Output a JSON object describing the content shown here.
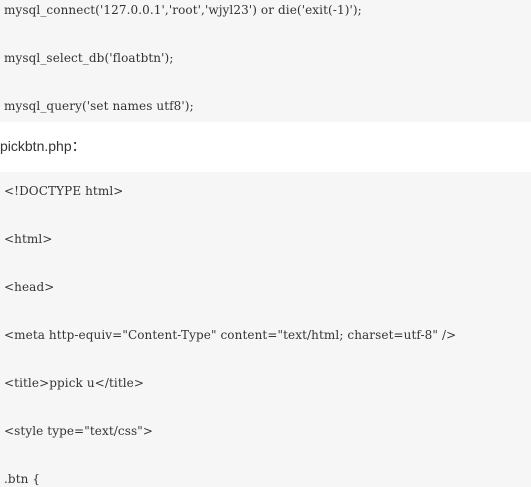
{
  "code_block_1": {
    "lines": [
      "mysql_connect('127.0.0.1','root','wjyl23') or die('exit(-1)');",
      "mysql_select_db('floatbtn');",
      "mysql_query('set names utf8');"
    ]
  },
  "caption": {
    "text": "pickbtn.php："
  },
  "code_block_2": {
    "lines": [
      "<!DOCTYPE html>",
      "<html>",
      "<head>",
      "<meta http-equiv=\"Content-Type\" content=\"text/html; charset=utf-8\" />",
      "<title>ppick u</title>",
      "<style type=\"text/css\">",
      ".btn {"
    ]
  }
}
